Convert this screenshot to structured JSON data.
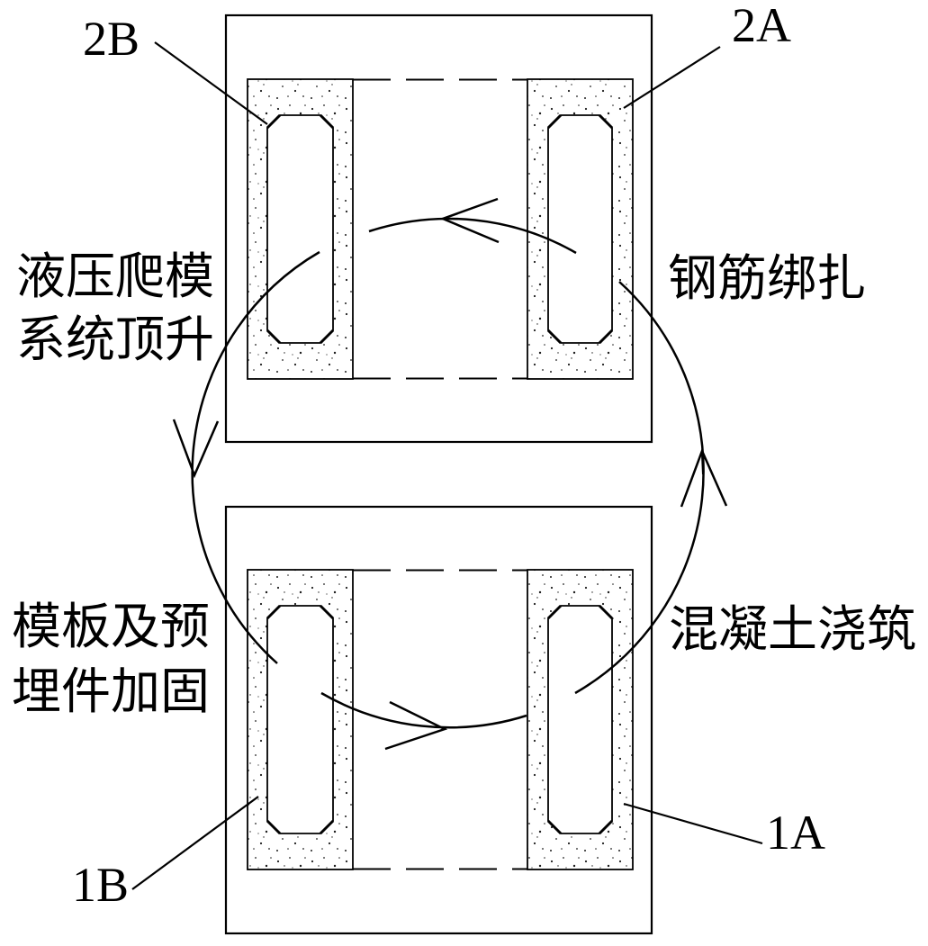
{
  "figure": {
    "type": "cycle-diagram",
    "colors": {
      "background": "#ffffff",
      "line": "#000000"
    },
    "part_labels": {
      "top_left": "2B",
      "top_right": "2A",
      "bottom_left": "1B",
      "bottom_right": "1A"
    },
    "step_labels": {
      "jacking_line1": "液压爬模",
      "jacking_line2": "系统顶升",
      "rebar": "钢筋绑扎",
      "formwork_line1": "模板及预",
      "formwork_line2": "埋件加固",
      "concrete": "混凝土浇筑"
    }
  }
}
